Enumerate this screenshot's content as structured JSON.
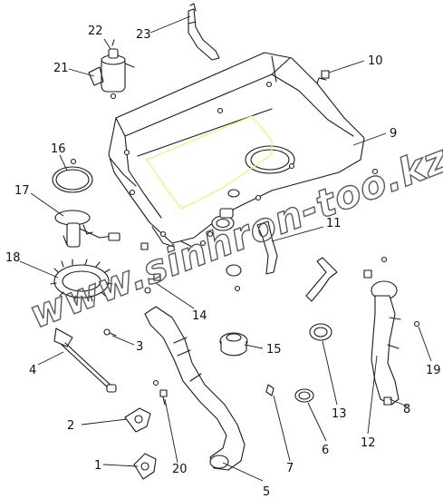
{
  "watermark": "www.sinhron-too.kz",
  "callouts": {
    "c1": "1",
    "c2": "2",
    "c3": "3",
    "c4": "4",
    "c5": "5",
    "c6": "6",
    "c7": "7",
    "c8": "8",
    "c9": "9",
    "c10": "10",
    "c11": "11",
    "c12": "12",
    "c13": "13",
    "c14": "14",
    "c15": "15",
    "c16": "16",
    "c17": "17",
    "c18": "18",
    "c19": "19",
    "c20": "20",
    "c21": "21",
    "c22": "22",
    "c23": "23"
  },
  "colors": {
    "line": "#1a1a1a",
    "highlight": "#f3ef6a",
    "watermark": "#5a5a5a"
  }
}
